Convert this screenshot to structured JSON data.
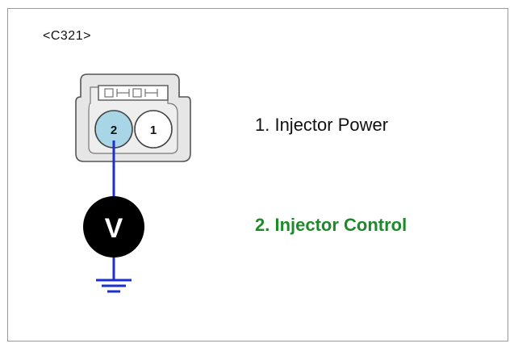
{
  "connector": {
    "id": "<C321>",
    "pins": [
      {
        "label": "2",
        "fill": "#a9d6e6"
      },
      {
        "label": "1",
        "fill": "#ffffff"
      }
    ]
  },
  "meter": {
    "symbol": "V"
  },
  "legend": [
    {
      "label": "1. Injector Power",
      "color": "#111111"
    },
    {
      "label": "2. Injector Control",
      "color": "#1f8a2a"
    }
  ],
  "colors": {
    "wire": "#1c2fd0",
    "ground": "#1c2fd0",
    "connector_body": "#e6e6e6",
    "connector_outline": "#555555"
  },
  "icons": {
    "voltmeter": "voltmeter-icon",
    "ground": "ground-icon"
  }
}
